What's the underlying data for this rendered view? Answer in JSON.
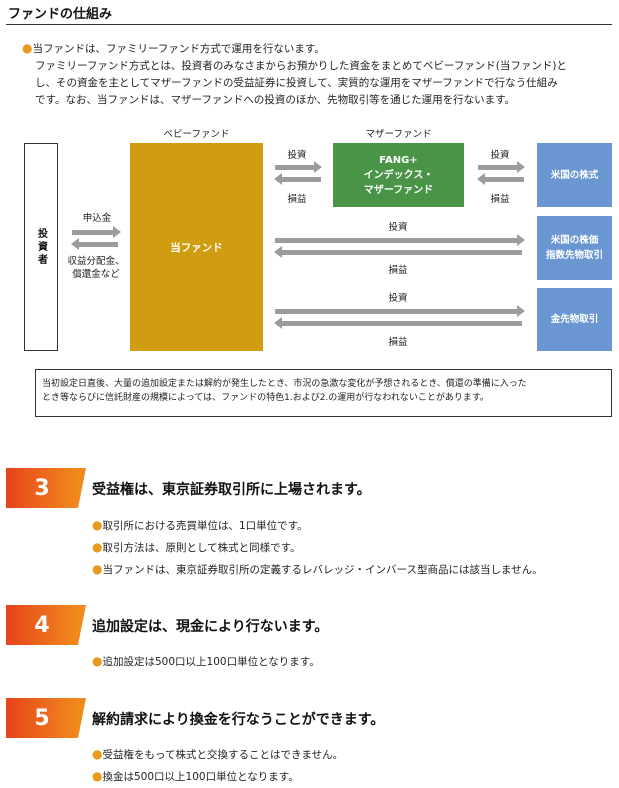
{
  "section_title": "ファンドの仕組み",
  "intro": {
    "line1": "当ファンドは、ファミリーファンド方式で運用を行ないます。",
    "line2": "ファミリーファンド方式とは、投資者のみなさまからお預かりした資金をまとめてベビーファンド(当ファンド)と",
    "line3": "し、その資金を主としてマザーファンドの受益証券に投資して、実質的な運用をマザーファンドで行なう仕組み",
    "line4": "です。なお、当ファンドは、マザーファンドへの投資のほか、先物取引等を通じた運用を行ないます。"
  },
  "diagram": {
    "baby_label": "ベビーファンド",
    "mother_label": "マザーファンド",
    "investor": "投資者",
    "application": "申込金",
    "returns_line1": "収益分配金、",
    "returns_line2": "償還金など",
    "baby_fund": "当ファンド",
    "mother_line1": "FANG+",
    "mother_line2": "インデックス・",
    "mother_line3": "マザーファンド",
    "target1": "米国の株式",
    "target2_line1": "米国の株価",
    "target2_line2": "指数先物取引",
    "target3": "金先物取引",
    "invest": "投資",
    "profit": "損益"
  },
  "note": {
    "line1": "当初設定日直後、大量の追加設定または解約が発生したとき、市況の急激な変化が予想されるとき、償還の準備に入った",
    "line2": "とき等ならびに信託財産の規模によっては、ファンドの特色1.および2.の運用が行なわれないことがあります。"
  },
  "sections": [
    {
      "number": "3",
      "heading": "受益権は、東京証券取引所に上場されます。",
      "bullets": [
        "取引所における売買単位は、1口単位です。",
        "取引方法は、原則として株式と同様です。",
        "当ファンドは、東京証券取引所の定義するレバレッジ・インバース型商品には該当しません。"
      ]
    },
    {
      "number": "4",
      "heading": "追加設定は、現金により行ないます。",
      "bullets": [
        "追加設定は500口以上100口単位となります。"
      ]
    },
    {
      "number": "5",
      "heading": "解約請求により換金を行なうことができます。",
      "bullets": [
        "受益権をもって株式と交換することはできません。",
        "換金は500口以上100口単位となります。"
      ]
    }
  ],
  "colors": {
    "baby_fund": "#cf9d0f",
    "mother_fund": "#4a9447",
    "targets": "#6a97d1",
    "bullet": "#e89a1a",
    "badge_start": "#e8431c",
    "badge_end": "#f08a1c"
  }
}
